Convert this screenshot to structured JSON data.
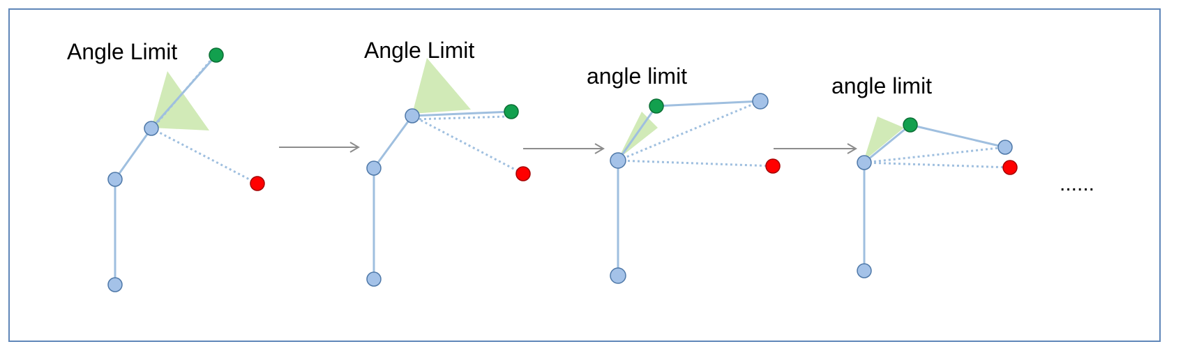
{
  "labels": {
    "step1": "Angle Limit",
    "step2": "Angle Limit",
    "step3": "angle limit",
    "step4": "angle limit",
    "ellipsis": "......"
  },
  "colors": {
    "frame": "#5f86b8",
    "joint_fill": "#a4c2e8",
    "joint_stroke": "#4e78a8",
    "bone": "#9fbfdf",
    "dotted": "#9fbfdf",
    "cone": "#c9e6aa",
    "end_effector": "#12a04e",
    "target": "#ff0000",
    "arrow": "#8c8c8c"
  }
}
